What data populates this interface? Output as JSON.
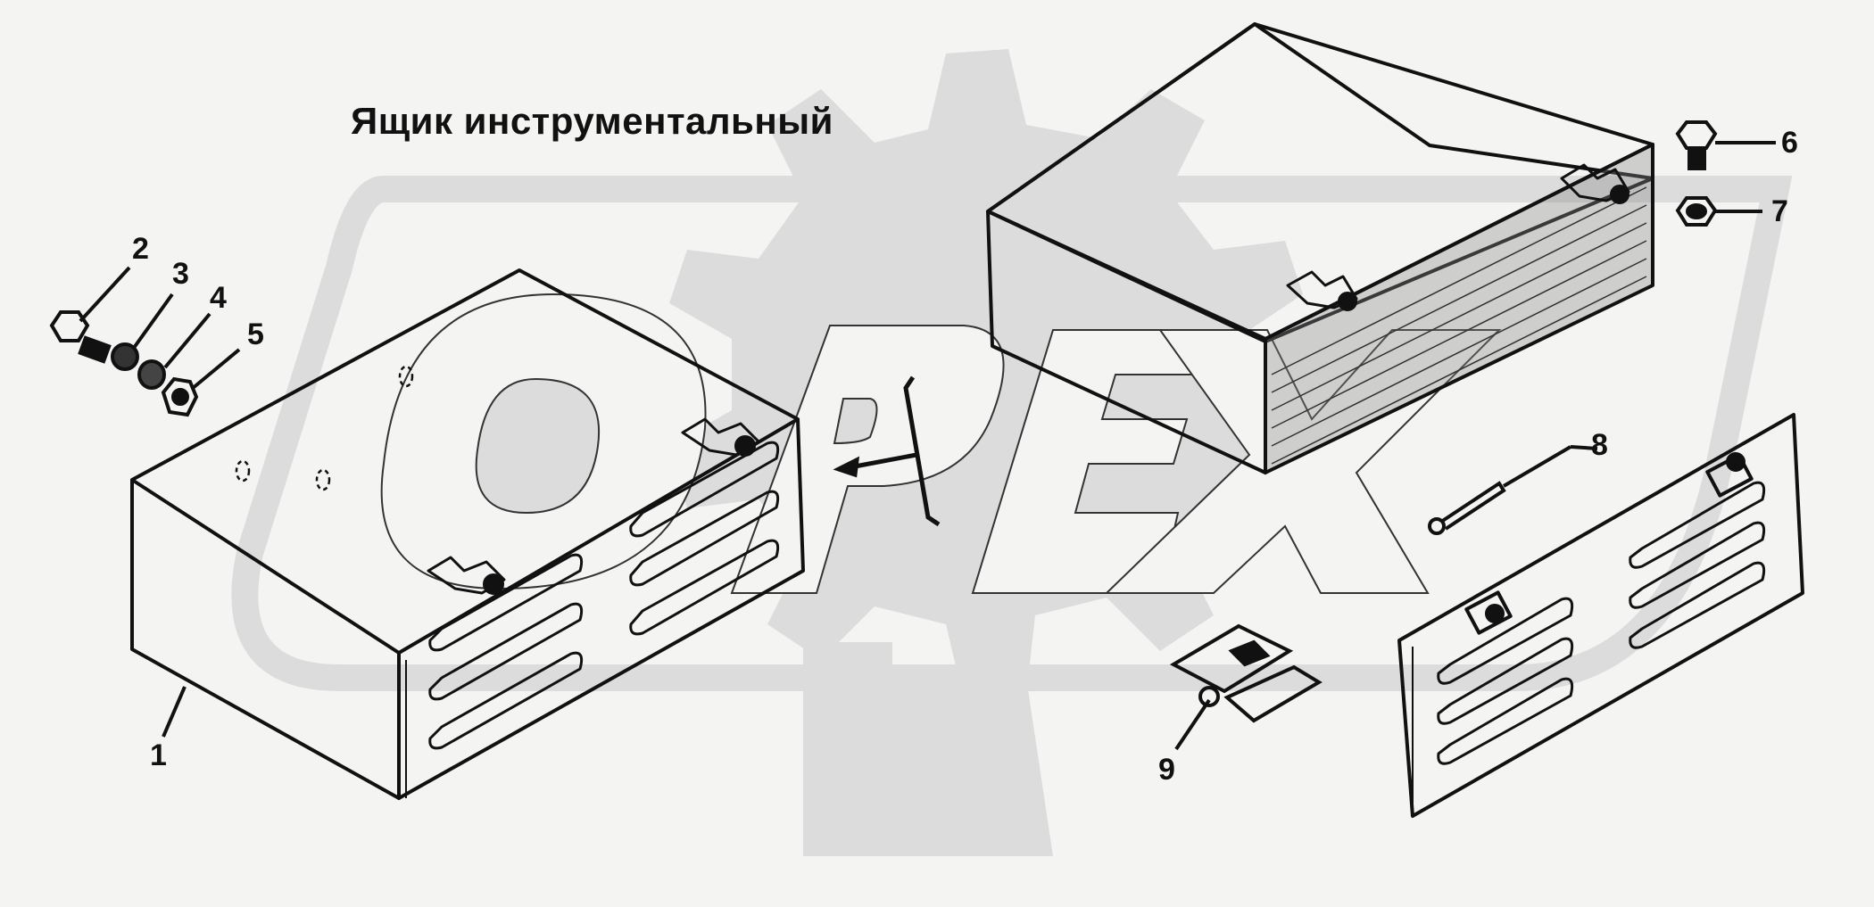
{
  "diagram": {
    "title": "Ящик инструментальный",
    "watermark": {
      "text": "OPEX",
      "color": "#dcdcdc",
      "shape": "gear-with-rounded-frame"
    },
    "colors": {
      "background": "#f4f4f2",
      "line": "#111111",
      "watermark": "#dcdcdc"
    },
    "callouts": [
      {
        "id": "1",
        "label": "1",
        "part": "toolbox-body"
      },
      {
        "id": "2",
        "label": "2",
        "part": "bolt"
      },
      {
        "id": "3",
        "label": "3",
        "part": "washer"
      },
      {
        "id": "4",
        "label": "4",
        "part": "spring-washer"
      },
      {
        "id": "5",
        "label": "5",
        "part": "nut"
      },
      {
        "id": "6",
        "label": "6",
        "part": "bolt"
      },
      {
        "id": "7",
        "label": "7",
        "part": "nut"
      },
      {
        "id": "8",
        "label": "8",
        "part": "pin"
      },
      {
        "id": "9",
        "label": "9",
        "part": "hinge"
      }
    ]
  }
}
